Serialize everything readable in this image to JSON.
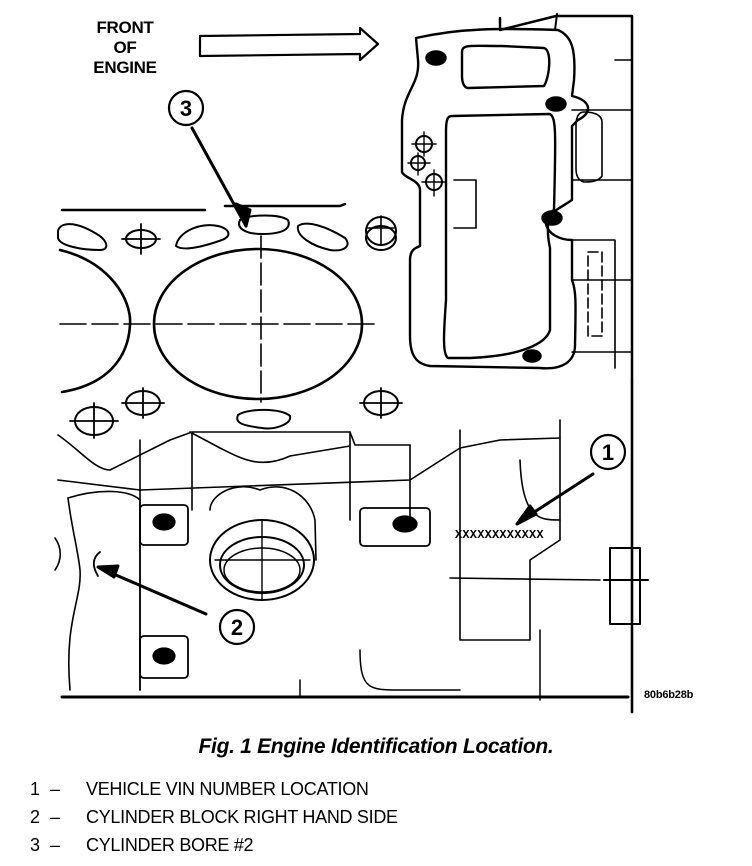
{
  "figure": {
    "orientation_label": [
      "FRONT",
      "OF",
      "ENGINE"
    ],
    "image_code": "80b6b28b",
    "vin_marking": "XXXXXXXXXXXX",
    "callouts": [
      {
        "number": "1",
        "target": "vin-number-location"
      },
      {
        "number": "2",
        "target": "cylinder-block-right-hand-side"
      },
      {
        "number": "3",
        "target": "cylinder-bore-2"
      }
    ]
  },
  "caption": "Fig. 1 Engine Identification Location.",
  "legend": [
    {
      "number": "1",
      "separator": "–",
      "label": "VEHICLE VIN NUMBER LOCATION"
    },
    {
      "number": "2",
      "separator": "–",
      "label": "CYLINDER BLOCK RIGHT HAND SIDE"
    },
    {
      "number": "3",
      "separator": "–",
      "label": "CYLINDER BORE #2"
    }
  ],
  "colors": {
    "ink": "#000000",
    "paper": "#ffffff"
  }
}
